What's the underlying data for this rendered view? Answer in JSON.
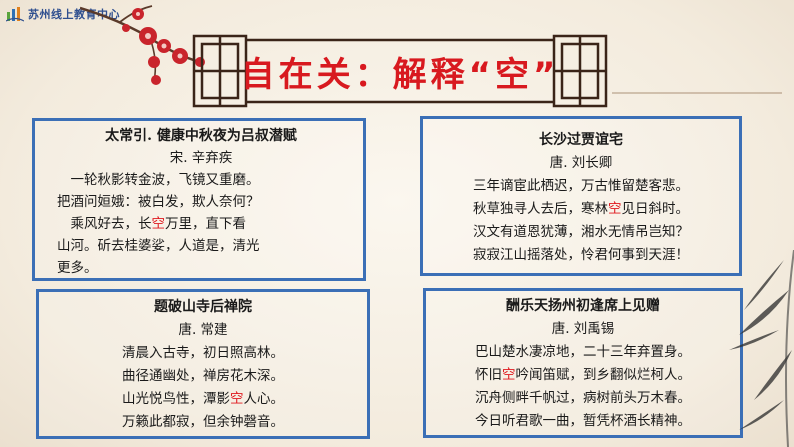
{
  "logo": {
    "text": "苏州线上教育中心",
    "icon": "logo-mark-icon"
  },
  "title": "自在关：解释“空”",
  "colors": {
    "title": "#d8191f",
    "border": "#3b6fb6",
    "highlight": "#e0191f"
  },
  "poems": [
    {
      "title": "太常引. 健康中秋夜为吕叔潜赋",
      "author": "宋. 辛弃疾",
      "lines": [
        {
          "pre": "　一轮秋影转金波，飞镜又重磨。",
          "hl": "",
          "post": ""
        },
        {
          "pre": "把酒问姮娥：被白发，欺人奈何？",
          "hl": "",
          "post": ""
        },
        {
          "pre": "　乘风好去，长",
          "hl": "空",
          "post": "万里，直下看"
        },
        {
          "pre": "山河。斫去桂婆娑，人道是，清光",
          "hl": "",
          "post": ""
        },
        {
          "pre": "更多。",
          "hl": "",
          "post": ""
        }
      ]
    },
    {
      "title": "长沙过贾谊宅",
      "author": "唐. 刘长卿",
      "lines": [
        {
          "pre": "三年谪宦此栖迟，万古惟留楚客悲。",
          "hl": "",
          "post": ""
        },
        {
          "pre": "秋草独寻人去后，寒林",
          "hl": "空",
          "post": "见日斜时。"
        },
        {
          "pre": "汉文有道恩犹薄，湘水无情吊岂知？",
          "hl": "",
          "post": ""
        },
        {
          "pre": "寂寂江山摇落处，怜君何事到天涯！",
          "hl": "",
          "post": ""
        }
      ]
    },
    {
      "title": "题破山寺后禅院",
      "author": "唐. 常建",
      "lines": [
        {
          "pre": "清晨入古寺，初日照高林。",
          "hl": "",
          "post": ""
        },
        {
          "pre": "曲径通幽处，禅房花木深。",
          "hl": "",
          "post": ""
        },
        {
          "pre": "山光悦鸟性，潭影",
          "hl": "空",
          "post": "人心。"
        },
        {
          "pre": "万籁此都寂，但余钟磬音。",
          "hl": "",
          "post": ""
        }
      ]
    },
    {
      "title": "酬乐天扬州初逢席上见赠",
      "author": "唐. 刘禹锡",
      "lines": [
        {
          "pre": "巴山楚水凄凉地，二十三年弃置身。",
          "hl": "",
          "post": ""
        },
        {
          "pre": "怀旧",
          "hl": "空",
          "post": "吟闻笛赋，到乡翻似烂柯人。"
        },
        {
          "pre": "沉舟侧畔千帆过，病树前头万木春。",
          "hl": "",
          "post": ""
        },
        {
          "pre": "今日听君歌一曲，暂凭杯酒长精神。",
          "hl": "",
          "post": ""
        }
      ]
    }
  ]
}
